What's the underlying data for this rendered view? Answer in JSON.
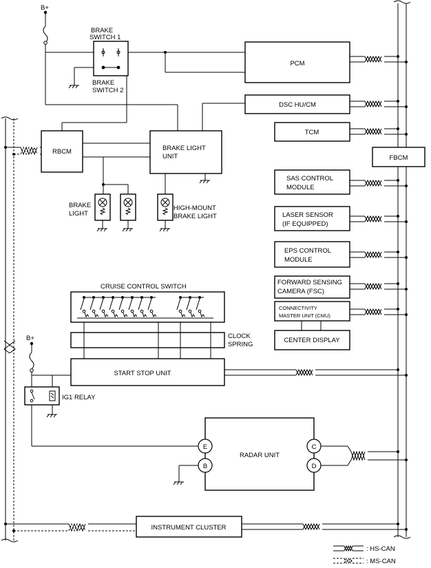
{
  "labels": {
    "bplus_top": "B+",
    "bplus_mid": "B+",
    "brake_switch_1": [
      "BRAKE",
      "SWITCH 1"
    ],
    "brake_switch_2": [
      "BRAKE",
      "SWITCH 2"
    ],
    "pcm": "PCM",
    "dsc": "DSC HU/CM",
    "tcm": "TCM",
    "fbcm": "FBCM",
    "rbcm": "RBCM",
    "brake_light_unit": [
      "BRAKE LIGHT",
      "UNIT"
    ],
    "brake_light": [
      "BRAKE",
      "LIGHT"
    ],
    "high_mount": [
      "HIGH-MOUNT",
      "BRAKE LIGHT"
    ],
    "sas": [
      "SAS CONTROL",
      "MODULE"
    ],
    "laser": [
      "LASER SENSOR",
      "(IF EQUIPPED)"
    ],
    "eps": [
      "EPS CONTROL",
      "MODULE"
    ],
    "fsc": [
      "FORWARD SENSING",
      "CAMERA (FSC)"
    ],
    "cmu": [
      "CONNECTIVITY",
      "MASTER UNIT (CMU)"
    ],
    "center_display": "CENTER DISPLAY",
    "cruise_switch": "CRUISE CONTROL SWITCH",
    "clock_spring": [
      "CLOCK",
      "SPRING"
    ],
    "start_stop": "START STOP UNIT",
    "ig1_relay": "IG1 RELAY",
    "radar_unit": "RADAR UNIT",
    "pin_e": "E",
    "pin_b": "B",
    "pin_c": "C",
    "pin_d": "D",
    "instrument_cluster": "INSTRUMENT CLUSTER"
  },
  "legend": {
    "hs_can": ": HS-CAN",
    "ms_can": ": MS-CAN"
  }
}
